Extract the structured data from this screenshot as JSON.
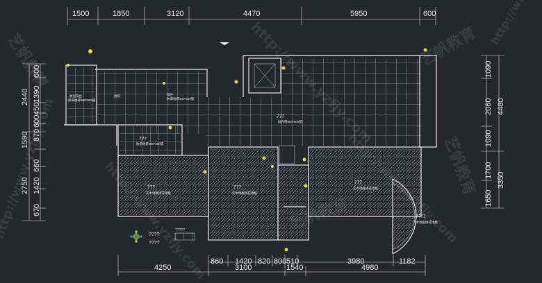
{
  "dims": {
    "top": [
      "1500",
      "1850",
      "3120",
      "4470",
      "5950",
      "600"
    ],
    "bottom_upper": [
      "860",
      "1420",
      "820",
      "800",
      "510",
      "3980",
      "1182"
    ],
    "bottom_lower": [
      "4250",
      "3100",
      "1540",
      "4980"
    ],
    "left_outer": [
      "2440",
      "2750"
    ],
    "left_inner": [
      "600",
      "1390",
      "450",
      "600",
      "870",
      "1590",
      "660",
      "1420",
      "670"
    ],
    "right_inner": [
      "1090",
      "2060",
      "1090",
      "1700",
      "1650"
    ],
    "right_outer": [
      "4480",
      "3350"
    ]
  },
  "rooms": {
    "kitchen": {
      "name": "厨房阳台",
      "floor": "防滑地砖300*300铺"
    },
    "dining": {
      "name": "厨房"
    },
    "balcony2": {
      "name": "阳台",
      "floor": "防滑地砖300*300铺"
    },
    "living": {
      "name": "???",
      "floor": "抛光砖800*800铺"
    },
    "bath": {
      "name": "???",
      "floor": "防滑地砖300*300铺"
    },
    "bed1": {
      "name": "???",
      "floor": "实木地板拼花地板"
    },
    "bed2": {
      "name": "???",
      "floor": "实木地板拼花地板"
    },
    "bed3": {
      "name": "???",
      "floor": "实木地板拼花地板"
    },
    "bay": {
      "name": "????",
      "floor": "实木地板拼花地板"
    }
  },
  "legend": {
    "symbol_label": "????",
    "swatch_label": "?????"
  },
  "watermarks": [
    "艺帆教育",
    "http://www.yzfjy.com"
  ],
  "colors": {
    "background": "#212830",
    "lines": "#e8ecef",
    "lamp": "#e8d84a"
  }
}
